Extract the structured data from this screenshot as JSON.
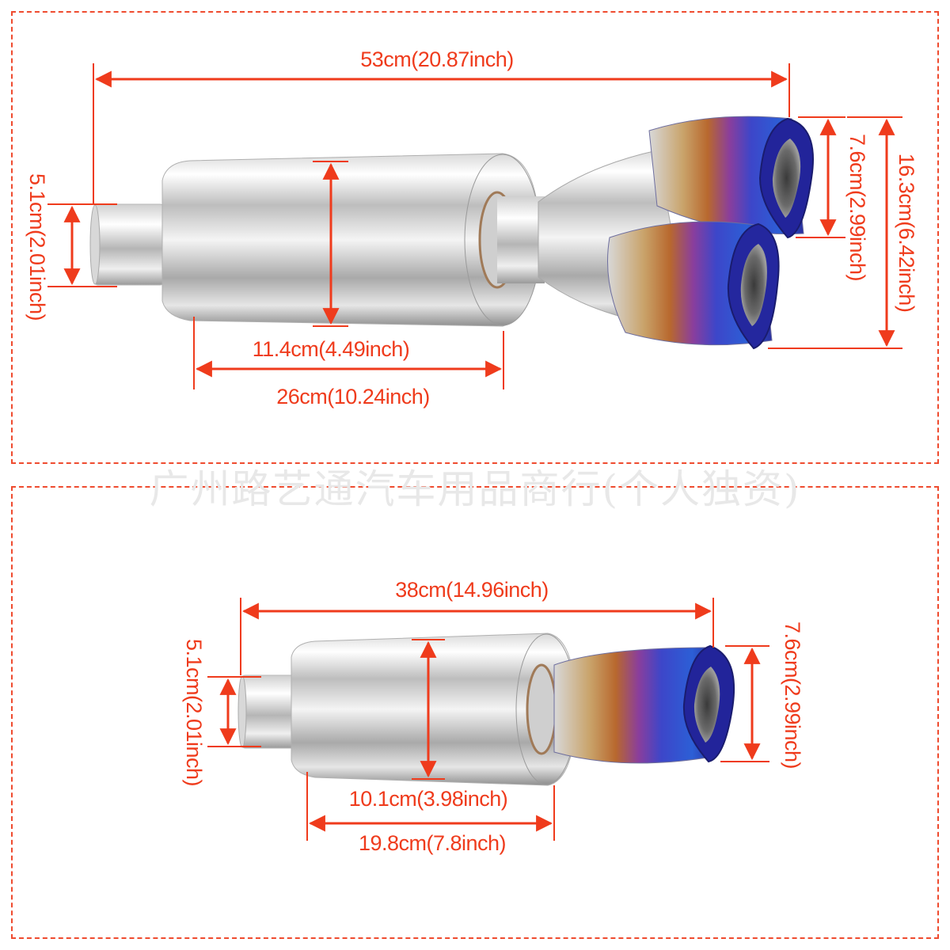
{
  "accent_color": "#ef3b1c",
  "watermark": "广州路艺通汽车用品商行(个人独资)",
  "top_panel": {
    "product": "dual-tip-muffler",
    "overall_length": "53cm(20.87inch)",
    "inlet_diameter": "5.1cm(2.01inch)",
    "body_diameter": "11.4cm(4.49inch)",
    "body_length": "26cm(10.24inch)",
    "tip_diameter": "7.6cm(2.99inch)",
    "tips_total_height": "16.3cm(6.42inch)"
  },
  "bottom_panel": {
    "product": "single-tip-muffler",
    "overall_length": "38cm(14.96inch)",
    "inlet_diameter": "5.1cm(2.01inch)",
    "body_diameter": "10.1cm(3.98inch)",
    "body_length": "19.8cm(7.8inch)",
    "tip_diameter": "7.6cm(2.99inch)"
  }
}
